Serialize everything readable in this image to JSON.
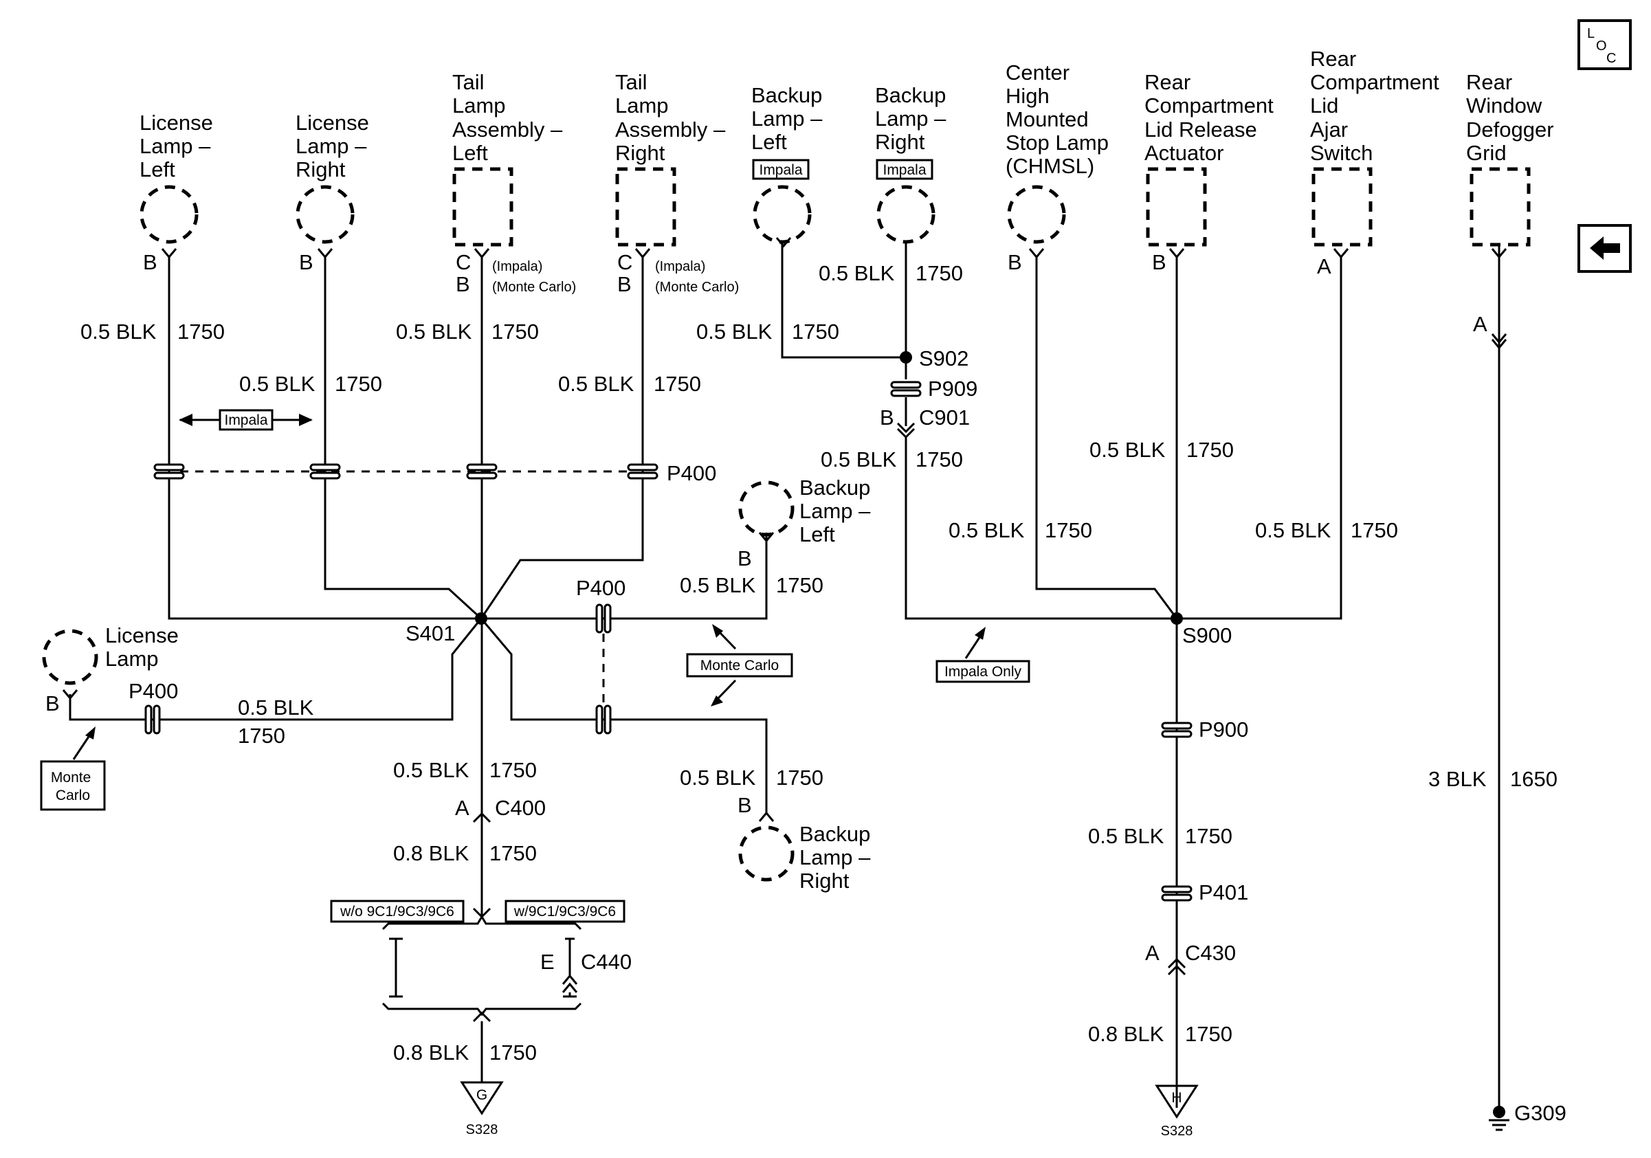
{
  "components": {
    "license_lamp_left": [
      "License",
      "Lamp –",
      "Left"
    ],
    "license_lamp_right": [
      "License",
      "Lamp –",
      "Right"
    ],
    "tail_lamp_left": [
      "Tail",
      "Lamp",
      "Assembly –",
      "Left"
    ],
    "tail_lamp_right": [
      "Tail",
      "Lamp",
      "Assembly –",
      "Right"
    ],
    "backup_lamp_left_top": [
      "Backup",
      "Lamp –",
      "Left"
    ],
    "backup_lamp_right_top": [
      "Backup",
      "Lamp –",
      "Right"
    ],
    "chmsl": [
      "Center",
      "High",
      "Mounted",
      "Stop Lamp",
      "(CHMSL)"
    ],
    "lid_release": [
      "Rear",
      "Compartment",
      "Lid Release",
      "Actuator"
    ],
    "lid_ajar": [
      "Rear",
      "Compartment",
      "Lid",
      "Ajar",
      "Switch"
    ],
    "defogger": [
      "Rear",
      "Window",
      "Defogger",
      "Grid"
    ],
    "backup_lamp_left_mc": [
      "Backup",
      "Lamp –",
      "Left"
    ],
    "backup_lamp_right_mc": [
      "Backup",
      "Lamp –",
      "Right"
    ],
    "license_lamp_mc": [
      "License",
      "Lamp"
    ]
  },
  "pins": {
    "b": "B",
    "c": "C",
    "a": "A",
    "e": "E",
    "impala_paren": "(Impala)",
    "monte_carlo_paren": "(Monte Carlo)"
  },
  "wires": {
    "blk05": "0.5 BLK",
    "blk08": "0.8 BLK",
    "blk3": "3 BLK",
    "c1750": "1750",
    "c1650": "1650"
  },
  "splices": {
    "s401": "S401",
    "s900": "S900",
    "s902": "S902"
  },
  "connectors": {
    "p400": "P400",
    "p401": "P401",
    "p900": "P900",
    "p909": "P909",
    "c400": "C400",
    "c430": "C430",
    "c440": "C440",
    "c901": "C901"
  },
  "grounds": {
    "g309": "G309",
    "g_letter": "G",
    "h_letter": "H",
    "s328": "S328"
  },
  "option_boxes": {
    "impala": "Impala",
    "monte_carlo": "Monte Carlo",
    "monte_carlo_lines": [
      "Monte",
      "Carlo"
    ],
    "impala_only": "Impala Only",
    "wo_9c": "w/o 9C1/9C3/9C6",
    "w_9c": "w/9C1/9C3/9C6"
  },
  "nav": {
    "loc_l": "L",
    "loc_o": "O",
    "loc_c": "C",
    "back_arrow": "arrow-left-icon"
  }
}
